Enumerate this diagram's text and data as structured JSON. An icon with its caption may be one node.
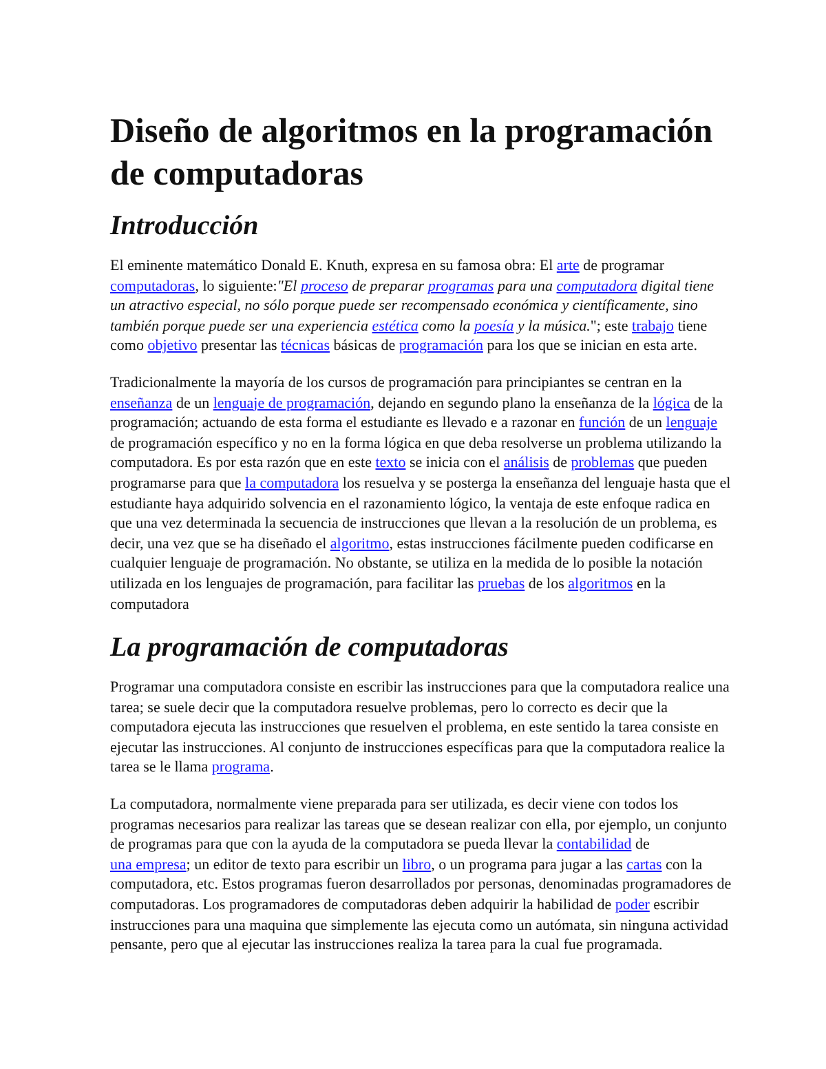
{
  "diagram": {
    "title": "Diseño de algoritmos en la programación de computadoras",
    "labels": [
      "Introducción",
      "El eminente matemático Donald E. Knuth, expresa en su famosa obra: El arte de programar computadoras, lo siguiente:*\"El proceso de preparar programas para una computadora digital tiene un atractivo especial, no sólo porque puede ser recompensado económica y científicamente, sino también porque puede ser una experiencia estética como la poesía y la música.*\"; este trabajo tiene como objetivo presentar las técnicas básicas de programación para los que se inician en esta arte.",
      "Tradicionalmente la mayoría de los cursos de programación para principiantes se centran en la enseñanza de un lenguaje de programación, dejando en segundo plano la enseñanza de la lógica de la programación; actuando de esta forma el estudiante es llevado e a razonar en función de un lenguaje de programación específico y no en la forma lógica en que deba resolverse un problema utilizando la computadora. Es por esta razón que en este texto se inicia con el análisis de problemas que pueden programarse para que la computadora los resuelva y se posterga la enseñanza del lenguaje hasta que el estudiante haya adquirido solvencia en el razonamiento lógico, la ventaja de este enfoque radica en que una vez determinada la secuencia de instrucciones que llevan a la resolución de un problema, es decir, una vez que se ha diseñado el algoritmo, estas instrucciones fácilmente pueden codificarse en cualquier lenguaje de programación. No obstante, se utiliza en la medida de lo posible la notación utilizada en los lenguajes de programación, para facilitar las pruebas de los algoritmos en la computadora",
      "La programación de computadoras",
      "Programar una computadora consiste en escribir las instrucciones para que la computadora realice una tarea; se suele decir que la computadora resuelve problemas, pero lo correcto es decir que la computadora ejecuta las instrucciones que resuelven el problema, en este sentido la tarea consiste en ejecutar las instrucciones. Al conjunto de instrucciones específicas para que la computadora realice la tarea se le llama programa.",
      "La computadora, normalmente viene preparada para ser utilizada, es decir viene con todos los programas necesarios para realizar las tareas que se desean realizar con ella, por ejemplo, un conjunto de programas para que con la ayuda de la computadora se pueda llevar la contabilidad de una empresa; un editor de texto para escribir un libro, o un programa para jugar a las cartas con la computadora, etc. Estos programas fueron desarrollados por personas, denominadas programadores de computadoras. Los programadores de computadoras deben adquirir la habilidad de poder escribir instrucciones para una maquina que simplemente las ejecuta como un autómata, sin ninguna actividad pensante, pero que al ejecutar las instrucciones realiza la tarea para la cual fue programada."
    ]
  }
}
